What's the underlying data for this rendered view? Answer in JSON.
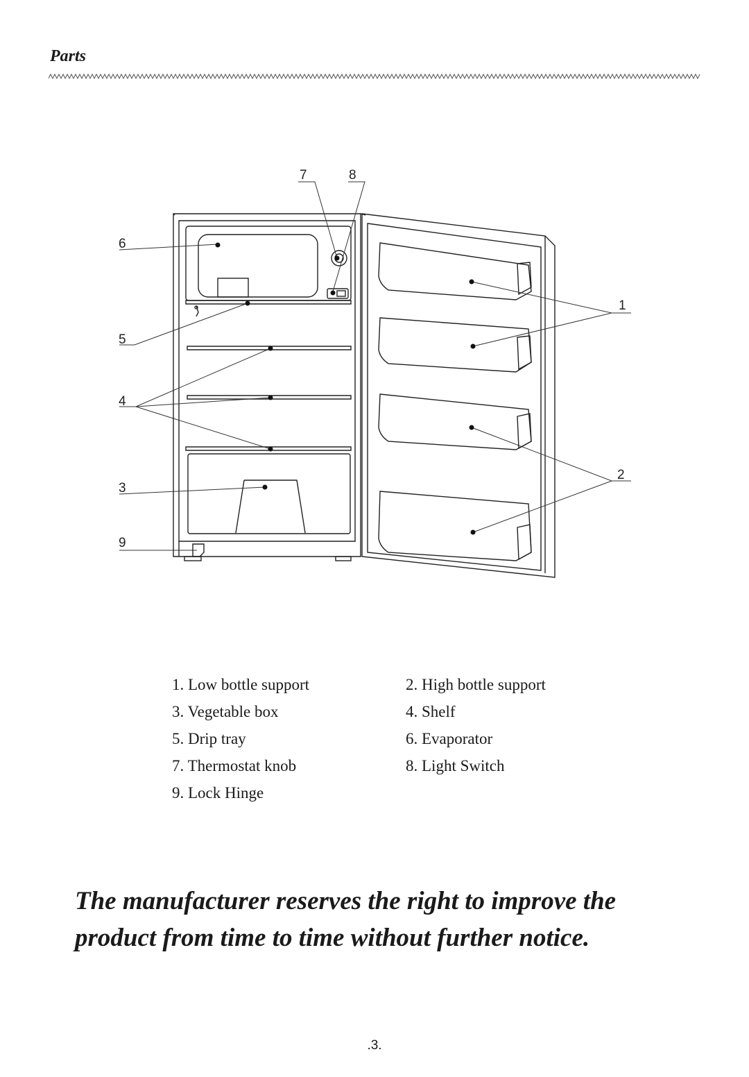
{
  "section": {
    "title": "Parts"
  },
  "diagram": {
    "callouts": [
      "1",
      "2",
      "3",
      "4",
      "5",
      "6",
      "7",
      "8",
      "9"
    ]
  },
  "legend": {
    "items": [
      "1. Low bottle support",
      "2. High bottle support",
      "3. Vegetable box",
      "4. Shelf",
      "5. Drip tray",
      "6. Evaporator",
      "7. Thermostat knob",
      "8. Light Switch",
      "9. Lock Hinge"
    ]
  },
  "notice": "The manufacturer reserves the right to improve the product from time to time without further notice.",
  "page_number": ".3."
}
